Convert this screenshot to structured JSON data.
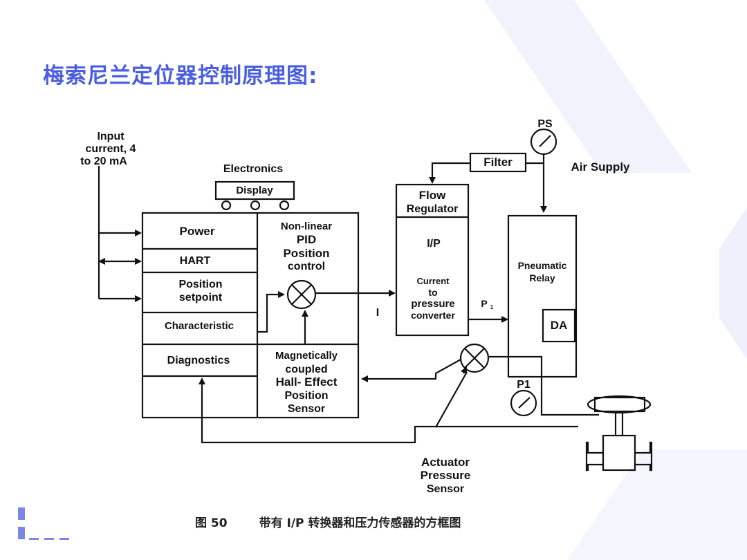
{
  "slide": {
    "title": "梅索尼兰定位器控制原理图:",
    "caption_figure": "图 50",
    "caption_text": "带有 I/P 转换器和压力传感器的方框图"
  },
  "diagram": {
    "input_label": [
      "Input",
      "current, 4",
      "to 20 mA"
    ],
    "electronics_label": "Electronics",
    "display_label": "Display",
    "power_label": "Power",
    "hart_label": "HART",
    "position_setpoint_label": [
      "Position",
      "setpoint"
    ],
    "characteristic_label": "Characteristic",
    "diagnostics_label": "Diagnostics",
    "pid_label": [
      "Non-linear",
      "PID",
      "Position",
      "control"
    ],
    "hall_sensor_label": [
      "Magnetically",
      "coupled",
      "Hall- Effect",
      "Position",
      "Sensor"
    ],
    "current_symbol": "I",
    "flow_regulator_label": [
      "Flow",
      "Regulator"
    ],
    "ip_label": "I/P",
    "converter_label": [
      "Current",
      "to",
      "pressure",
      "converter"
    ],
    "p1_symbol": "P",
    "p1_subscript": "1",
    "filter_label": "Filter",
    "ps_label": "PS",
    "air_supply_label": "Air Supply",
    "pneumatic_relay_label": [
      "Pneumatic",
      "Relay"
    ],
    "da_label": "DA",
    "p1_gauge_label": "P1",
    "actuator_sensor_label": [
      "Actuator",
      "Pressure",
      "Sensor"
    ]
  },
  "colors": {
    "title": "#4a5ee0",
    "accent": "#7b86e8",
    "background_shape": "#eef0fb"
  }
}
